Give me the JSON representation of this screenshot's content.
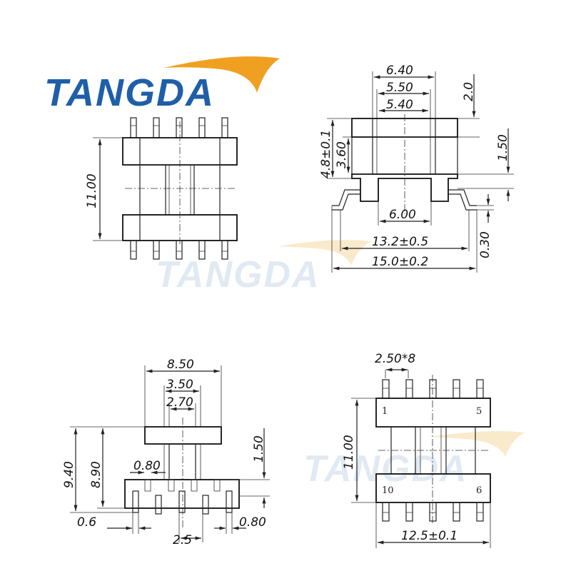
{
  "brand": {
    "logo_text": "TANGDA",
    "watermark_text": "TANGDA",
    "colors": {
      "logo_blue": "#1f5fa8",
      "swoosh_orange": "#f0a020",
      "watermark": "#cfdde9"
    }
  },
  "top_left_view": {
    "dim_height": "11.00"
  },
  "top_right_view": {
    "dim_6_40": "6.40",
    "dim_5_50": "5.50",
    "dim_5_40": "5.40",
    "dim_2_0": "2.0",
    "dim_4_8": "4.8±0.1",
    "dim_3_60": "3.60",
    "dim_1_50": "1.50",
    "dim_6_00": "6.00",
    "dim_13_2": "13.2±0.5",
    "dim_0_30": "0.30",
    "dim_15_0": "15.0±0.2"
  },
  "bottom_left_view": {
    "dim_8_50": "8.50",
    "dim_3_50": "3.50",
    "dim_2_70": "2.70",
    "dim_1_50": "1.50",
    "dim_9_40": "9.40",
    "dim_8_90": "8.90",
    "dim_0_80_top": "0.80",
    "dim_0_6": "0.6",
    "dim_2_5": "2.5",
    "dim_0_80_bottom": "0.80"
  },
  "bottom_right_view": {
    "dim_pitch": "2.50*8",
    "dim_height": "11.00",
    "dim_width": "12.5±0.1",
    "pin_1": "1",
    "pin_5": "5",
    "pin_10": "10",
    "pin_6": "6"
  }
}
